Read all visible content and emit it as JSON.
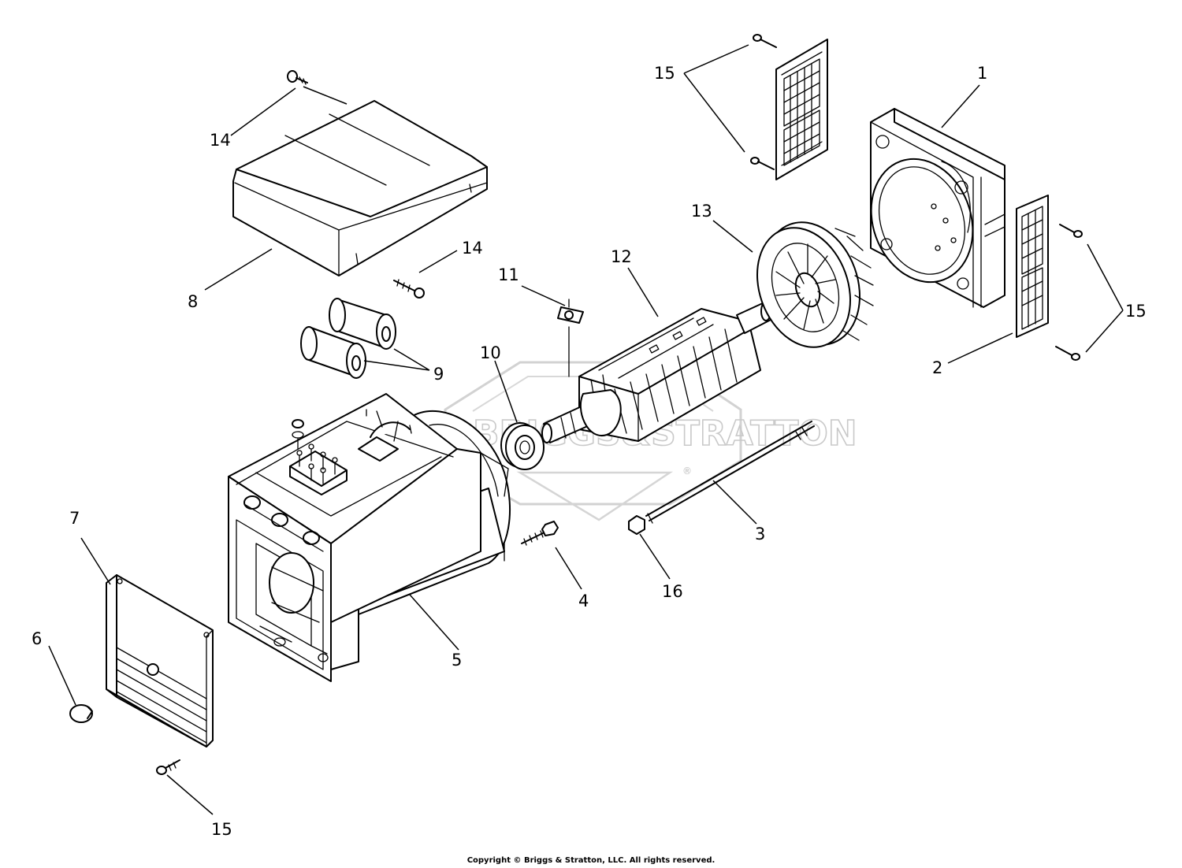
{
  "watermark": {
    "brand": "BRIGGS&STRATTON",
    "registered": "®"
  },
  "callouts": [
    {
      "id": "1",
      "label": "1"
    },
    {
      "id": "2",
      "label": "2"
    },
    {
      "id": "3",
      "label": "3"
    },
    {
      "id": "4",
      "label": "4"
    },
    {
      "id": "5",
      "label": "5"
    },
    {
      "id": "6",
      "label": "6"
    },
    {
      "id": "7",
      "label": "7"
    },
    {
      "id": "8",
      "label": "8"
    },
    {
      "id": "9",
      "label": "9"
    },
    {
      "id": "10",
      "label": "10"
    },
    {
      "id": "11",
      "label": "11"
    },
    {
      "id": "12",
      "label": "12"
    },
    {
      "id": "13",
      "label": "13"
    },
    {
      "id": "14a",
      "label": "14"
    },
    {
      "id": "14b",
      "label": "14"
    },
    {
      "id": "15a",
      "label": "15"
    },
    {
      "id": "15b",
      "label": "15"
    },
    {
      "id": "15c",
      "label": "15"
    },
    {
      "id": "16",
      "label": "16"
    }
  ],
  "footer": {
    "copyright": "Copyright © Briggs & Stratton, LLC. All rights reserved."
  }
}
